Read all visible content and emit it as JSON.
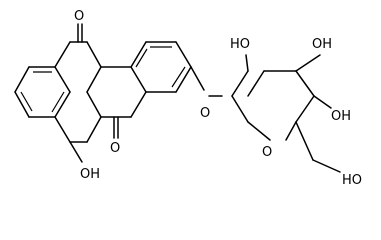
{
  "molecule": {
    "atom_labels": {
      "carbonyl_top_o": "O",
      "carbonyl_bottom_o": "O",
      "phenol_oh": "OH",
      "glycosidic_o": "O",
      "ring_o": "O",
      "sugar_c2_oh": "HO",
      "sugar_c3_oh": "OH",
      "sugar_c4_oh": "OH",
      "sugar_c6_oh": "HO"
    }
  }
}
